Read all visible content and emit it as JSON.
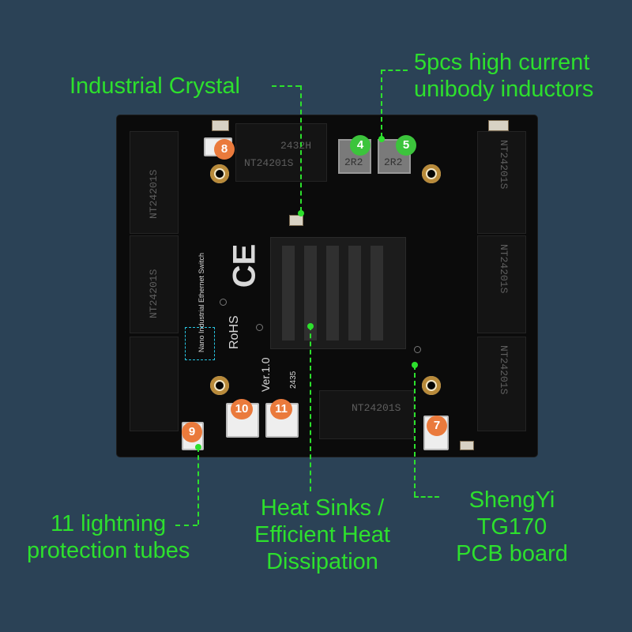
{
  "callouts": {
    "crystal": "Industrial Crystal",
    "inductors": {
      "line1": "5pcs high current",
      "line2": "unibody inductors"
    },
    "protection": {
      "line1": "11 lightning",
      "line2": "protection tubes"
    },
    "heatsink": {
      "line1": "Heat Sinks /",
      "line2": "Efficient Heat",
      "line3": "Dissipation"
    },
    "pcb": {
      "line1": "ShengYi",
      "line2": "TG170",
      "line3": "PCB board"
    }
  },
  "board": {
    "chip_code_1": "2432H",
    "chip_code_2": "NT24201S",
    "inductor_mark": "2R2",
    "silkscreen_product": "Nano Industrial Ethernet Switch",
    "silkscreen_rohs": "RoHS",
    "silkscreen_version": "Ver.1.0",
    "silkscreen_date": "2435",
    "badges": [
      "8",
      "4",
      "5",
      "9",
      "10",
      "11",
      "7"
    ]
  },
  "colors": {
    "background": "#2b4256",
    "accent": "#2de02d",
    "badge": "#ea7a3c",
    "badge_green": "#3cc43c"
  }
}
